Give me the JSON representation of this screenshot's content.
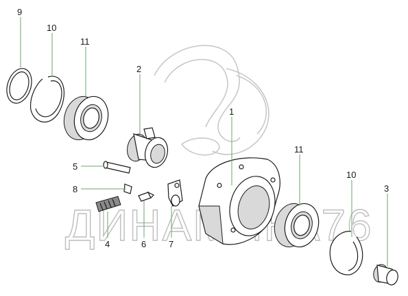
{
  "watermark": {
    "text": "ДИНАМИКА76"
  },
  "callouts": [
    {
      "id": "9",
      "label": "9"
    },
    {
      "id": "10a",
      "label": "10"
    },
    {
      "id": "11a",
      "label": "11"
    },
    {
      "id": "2",
      "label": "2"
    },
    {
      "id": "1",
      "label": "1"
    },
    {
      "id": "11b",
      "label": "11"
    },
    {
      "id": "10b",
      "label": "10"
    },
    {
      "id": "3",
      "label": "3"
    },
    {
      "id": "5",
      "label": "5"
    },
    {
      "id": "8",
      "label": "8"
    },
    {
      "id": "4",
      "label": "4"
    },
    {
      "id": "6",
      "label": "6"
    },
    {
      "id": "7",
      "label": "7"
    }
  ],
  "colors": {
    "leader": "#6aa56a",
    "line": "#1a1a1a",
    "watermark": "#c8c8c8"
  }
}
